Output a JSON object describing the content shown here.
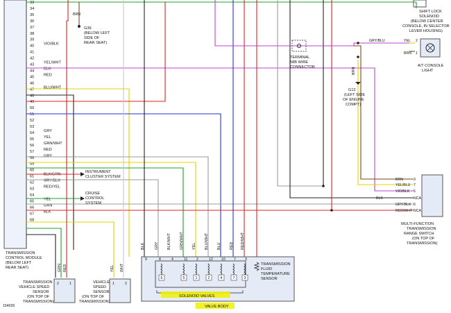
{
  "tcm_pins": [
    "33",
    "34",
    "35",
    "36",
    "37",
    "38",
    "39",
    "40",
    "41",
    "42",
    "43",
    "44",
    "45",
    "46",
    "47",
    "48",
    "49",
    "50",
    "51",
    "52",
    "53",
    "54",
    "55",
    "56",
    "57",
    "58",
    "59",
    "60",
    "61",
    "62",
    "63",
    "64",
    "65",
    "66",
    "67",
    "68"
  ],
  "tcm_signals": [
    {
      "pin": "40",
      "text": "VIO/BLK"
    },
    {
      "pin": "43",
      "text": "YEL/WHT"
    },
    {
      "pin": "44",
      "text": "BLK"
    },
    {
      "pin": "45",
      "text": "RED"
    },
    {
      "pin": "47",
      "text": "BLU/WHT"
    },
    {
      "pin": "54",
      "text": "GRY"
    },
    {
      "pin": "55",
      "text": "YEL"
    },
    {
      "pin": "56",
      "text": "GRN/WHT"
    },
    {
      "pin": "57",
      "text": "RED"
    },
    {
      "pin": "58",
      "text": "GRY"
    },
    {
      "pin": "61",
      "text": "BLK/GRN"
    },
    {
      "pin": "62",
      "text": "GRY/BLK"
    },
    {
      "pin": "63",
      "text": "RED/YEL"
    },
    {
      "pin": "65",
      "text": "YEL"
    },
    {
      "pin": "66",
      "text": "GRN"
    },
    {
      "pin": "67",
      "text": "BLK"
    }
  ],
  "tcm_label": [
    "TRANSMISSION",
    "CONTROL MODULE",
    "(BELOW LEFT",
    "REAR SEAT)"
  ],
  "ground_g39": {
    "wire": "BRN",
    "lines": [
      "G39",
      "(BELOW LEFT",
      "SIDE OF",
      "REAR SEAT)"
    ]
  },
  "ground_g12": {
    "wire": "BRN",
    "lines": [
      "G12",
      "(LEFT SIDE",
      "OF ENGINE",
      "COMPT)"
    ]
  },
  "instrument_cluster": [
    "INSTRUMENT",
    "CLUSTER SYSTEM"
  ],
  "cruise_control": [
    "CRUISE",
    "CONTROL",
    "SYSTEM"
  ],
  "terminal_58b": [
    "TERMINAL",
    "58B WIRE",
    "CONNECTOR"
  ],
  "shift_lock": [
    "SHIFT LOCK",
    "SOLENOID",
    "(BELOW CENTER",
    "CONSOLE, IN SELECTOR",
    "LEVER HOUSING)"
  ],
  "console_light": {
    "wire_in": "GRY/BLU",
    "pins": [
      {
        "wire": "YEL",
        "pin": "2"
      },
      {
        "wire": "BRN",
        "pin": "1"
      }
    ],
    "label": [
      "A/T CONSOLE",
      "LIGHT"
    ]
  },
  "range_switch": {
    "pins": [
      {
        "wire": "BRN",
        "pin": "3"
      },
      {
        "wire": "YEL/BLU",
        "pin": "7"
      },
      {
        "wire": "VIO/BLK",
        "pin": "5"
      },
      {
        "wire": "",
        "pin": "NCA"
      },
      {
        "wire": "GRY/BLK",
        "pin": "6"
      },
      {
        "wire": "RED/WHT",
        "pin": "NCA"
      }
    ],
    "nca_wire": "BLK",
    "label": [
      "MULTI-FUNCTION",
      "TRANSMISSION",
      "RANGE SWITCH",
      "(ON TOP OF",
      "TRANSMISSION)"
    ]
  },
  "vss_trans": {
    "wires": [
      "GRN",
      "RED"
    ],
    "label": [
      "TRANSMISSION",
      "VEHICLE SPEED",
      "SENSOR",
      "(ON TOP OF",
      "TRANSMISSION)"
    ]
  },
  "vss_vehicle": {
    "wires": [
      "YEL",
      "WHT"
    ],
    "label": [
      "VEHICLE",
      "SPEED",
      "SENSOR",
      "(ON TOP OF",
      "TRANSMISSION)"
    ]
  },
  "valve_body": {
    "wires": [
      "BLK",
      "GRY",
      "BLK/WHT",
      "GRN/WHT",
      "YEL",
      "BLU/WHT",
      "BLU",
      "RED",
      "RED/WHT"
    ],
    "pins": [
      "9",
      "8",
      "4",
      "11",
      "2",
      "12",
      "10",
      "7",
      "3"
    ],
    "solenoid_numbers": [
      "6",
      "5",
      "1",
      "2",
      "4",
      "7",
      "3"
    ],
    "temp_sensor": [
      "TRANSMISSION",
      "FLUID",
      "TEMPERATURE",
      "SENSOR"
    ],
    "solenoid_label": "SOLENOID VALVES",
    "label": "VALVE BODY"
  },
  "top_green_wire": "GRN",
  "figure_number": "154026",
  "colors": {
    "green": "#1f9d2a",
    "red": "#e02020",
    "blue": "#2230d8",
    "violet": "#c040d0",
    "yellow": "#e8d000",
    "gray": "#9a9a9a",
    "black": "#222222",
    "brown": "#7a4a1a",
    "highlight": "#f0f000"
  }
}
